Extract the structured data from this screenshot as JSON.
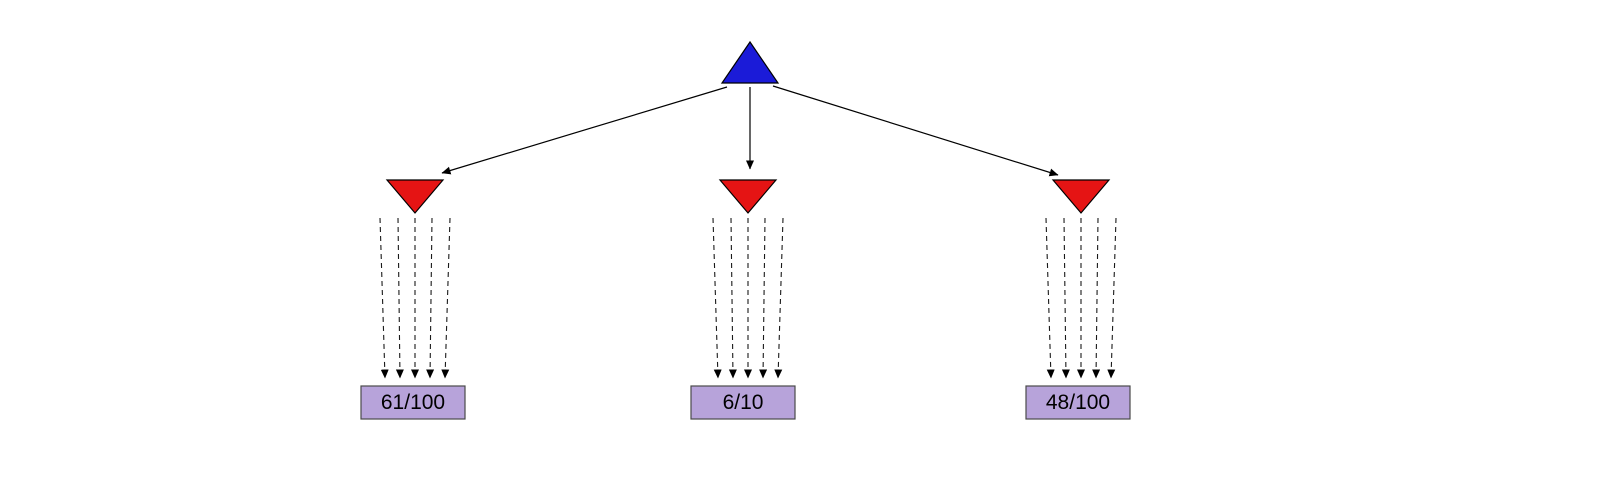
{
  "diagram": {
    "type": "tree",
    "description": "Search-tree / rollout diagram: one root node, three child nodes, dashed simulation arrows into result boxes",
    "root": {
      "shape": "triangle-up",
      "color": "#1b1bd8"
    },
    "children": [
      {
        "shape": "triangle-down",
        "color": "#e51414",
        "dashed_arrows": 5,
        "result_label": "61/100"
      },
      {
        "shape": "triangle-down",
        "color": "#e51414",
        "dashed_arrows": 5,
        "result_label": "6/10"
      },
      {
        "shape": "triangle-down",
        "color": "#e51414",
        "dashed_arrows": 5,
        "result_label": "48/100"
      }
    ],
    "result_box": {
      "fill": "#b7a3da",
      "stroke": "#4a4a4a"
    },
    "edge_color": "#000000",
    "background": "#ffffff"
  }
}
